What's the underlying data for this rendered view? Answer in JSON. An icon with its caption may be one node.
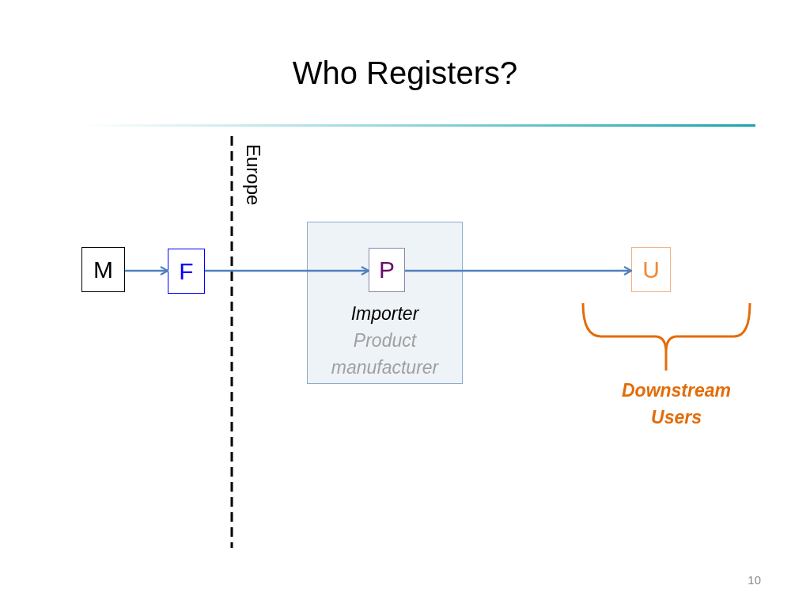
{
  "diagram": {
    "title": "Who Registers?",
    "nodes": [
      {
        "text": [
          "M"
        ]
      },
      {
        "text": [
          "F"
        ]
      },
      {
        "text": [
          "Importer",
          "Product manufacturer"
        ]
      },
      {
        "text": [
          "P"
        ],
        "in": 2
      },
      {
        "text": [
          "U"
        ]
      }
    ],
    "edges": [
      {
        "from": 0,
        "to": 1,
        "arrow": "to"
      },
      {
        "from": 1,
        "to": 3,
        "arrow": "to"
      },
      {
        "from": 3,
        "to": 4,
        "arrow": "to"
      }
    ],
    "labels": [
      "Europe",
      "Downstream Users",
      "10"
    ]
  }
}
